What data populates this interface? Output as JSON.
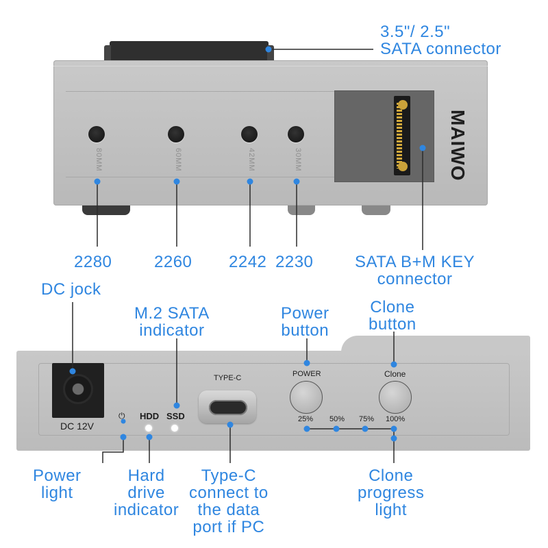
{
  "colors": {
    "accent": "#2f86e0",
    "body": "#c4c4c4",
    "dark": "#222222"
  },
  "top_device": {
    "brand": "MAIWO",
    "hole_labels": [
      "80MM",
      "60MM",
      "42MM",
      "30MM"
    ]
  },
  "bottom_device": {
    "dc_label": "DC 12V",
    "power_symbol": "⏻",
    "hdd_label": "HDD",
    "ssd_label": "SSD",
    "typec_label": "TYPE-C",
    "power_label": "POWER",
    "clone_label": "Clone",
    "progress_labels": [
      "25%",
      "50%",
      "75%",
      "100%"
    ]
  },
  "annotations": {
    "sata_connector": [
      "3.5\"/ 2.5\"",
      "SATA connector"
    ],
    "size_2280": "2280",
    "size_2260": "2260",
    "size_2242": "2242",
    "size_2230": "2230",
    "sata_bm_key": [
      "SATA B+M KEY",
      "connector"
    ],
    "dc_jock": "DC jock",
    "m2_sata_indicator": [
      "M.2 SATA",
      "indicator"
    ],
    "power_button": [
      "Power",
      "button"
    ],
    "clone_button": [
      "Clone",
      "button"
    ],
    "power_light": [
      "Power",
      "light"
    ],
    "hard_drive_indicator": [
      "Hard",
      "drive",
      "indicator"
    ],
    "typec_connect": [
      "Type-C",
      "connect to",
      "the data",
      "port if PC"
    ],
    "clone_progress_light": [
      "Clone",
      "progress",
      "light"
    ]
  }
}
